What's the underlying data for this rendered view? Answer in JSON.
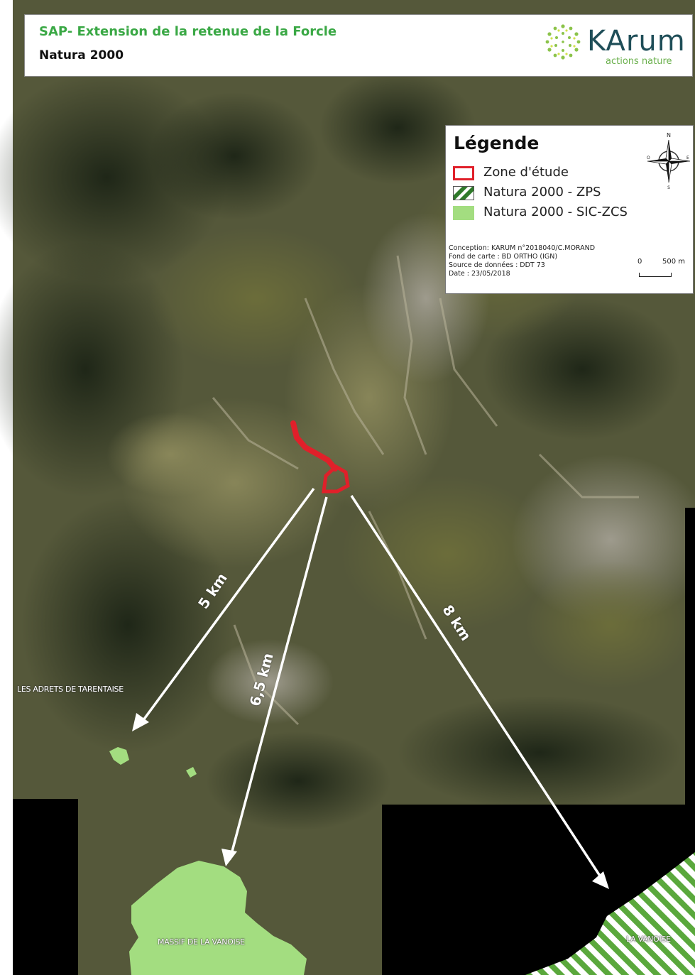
{
  "header": {
    "title": "SAP- Extension de la retenue de la Forcle",
    "subtitle": "Natura 2000",
    "logo_text": "KArum",
    "logo_tagline": "actions nature"
  },
  "legend": {
    "title": "Légende",
    "items": [
      {
        "label": "Zone d'étude",
        "symbol": "red-outline-square",
        "color": "#e0202a"
      },
      {
        "label": "Natura 2000 - ZPS",
        "symbol": "green-hatched-square",
        "color": "#5aa83c"
      },
      {
        "label": "Natura 2000 - SIC-ZCS",
        "symbol": "light-green-square",
        "color": "#a3dd80"
      }
    ],
    "meta": [
      "Conception: KARUM n°2018040/C.MORAND",
      "Fond de carte : BD ORTHO (IGN)",
      "Source de données : DDT 73",
      "Date : 23/05/2018"
    ],
    "scale_start": "0",
    "scale_end": "500  m",
    "compass": {
      "icon": "north-arrow-compass-icon",
      "north": "N",
      "west": "O",
      "east": "E",
      "south": "S"
    }
  },
  "map": {
    "distances": [
      "5 km",
      "6,5 km",
      "8 km"
    ],
    "places": [
      "LES ADRETS DE TARENTAISE",
      "MASSIF DE LA VANOISE",
      "LA VANOISE"
    ],
    "colors": {
      "study_zone": "#e0202a",
      "sic_zcs": "#a3dd80",
      "zps_stripe": "#5aa83c",
      "arrow": "#ffffff",
      "terrain": "#5a5a36",
      "no_data": "#000000"
    }
  }
}
